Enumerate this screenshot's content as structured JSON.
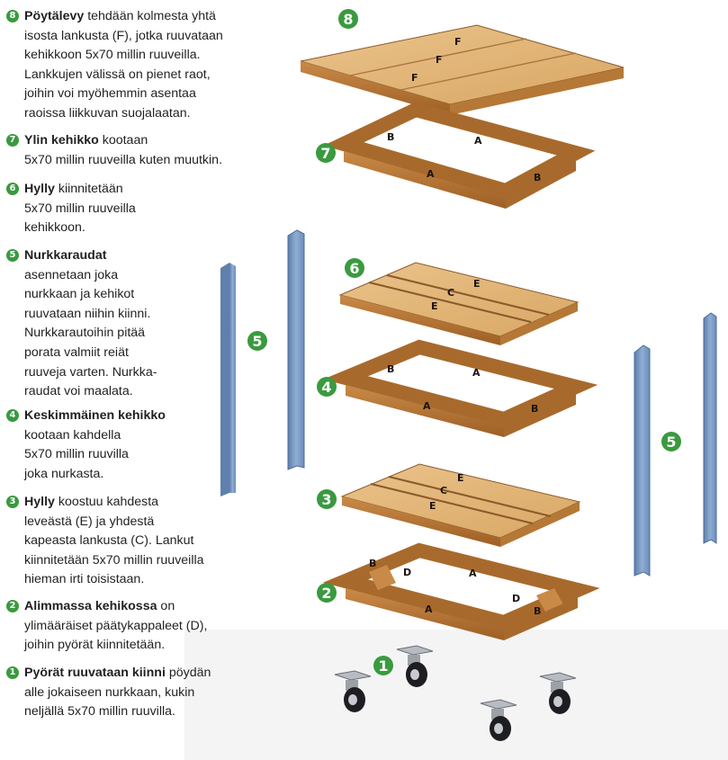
{
  "steps": [
    {
      "number": "8",
      "title": "Pöytälevy",
      "line1": " tehdään kolmesta yhtä",
      "rest": [
        "isosta lankusta (F), jotka ruuvataan",
        "kehikkoon 5x70 millin ruuveilla.",
        "Lankkujen välissä on pienet raot,",
        "joihin voi myöhemmin asentaa",
        "raoissa liikkuvan suojalaatan."
      ]
    },
    {
      "number": "7",
      "title": "Ylin kehikko",
      "line1": " kootaan",
      "rest": [
        "5x70 millin ruuveilla kuten muutkin."
      ]
    },
    {
      "number": "6",
      "title": "Hylly",
      "line1": " kiinnitetään",
      "rest": [
        "5x70 millin ruuveilla",
        "kehikkoon."
      ]
    },
    {
      "number": "5",
      "title": "Nurkkaraudat",
      "line1": "",
      "rest": [
        "asennetaan joka",
        "nurkkaan ja kehikot",
        "ruuvataan niihin kiinni.",
        "Nurkkarautoihin pitää",
        "porata valmiit reiät",
        "ruuveja varten. Nurkka-",
        "raudat voi maalata."
      ]
    },
    {
      "number": "4",
      "title": "Keskimmäinen kehikko",
      "line1": "",
      "rest": [
        "kootaan kahdella",
        "5x70 millin ruuvilla",
        "joka nurkasta."
      ]
    },
    {
      "number": "3",
      "title": "Hylly",
      "line1": " koostuu kahdesta",
      "rest": [
        "leveästä (E) ja yhdestä",
        "kapeasta lankusta (C). Lankut",
        "kiinnitetään 5x70 millin ruuveilla",
        "hieman irti toisistaan."
      ]
    },
    {
      "number": "2",
      "title": "Alimmassa kehikossa",
      "line1": " on",
      "rest": [
        "ylimääräiset päätykappaleet (D),",
        "joihin pyörät kiinnitetään."
      ]
    },
    {
      "number": "1",
      "title": "Pyörät ruuvataan kiinni",
      "line1": " pöydän",
      "rest": [
        "alle jokaiseen nurkkaan, kukin",
        "neljällä 5x70 millin ruuvilla."
      ]
    }
  ],
  "diagram": {
    "badges": [
      "8",
      "7",
      "6",
      "5",
      "4",
      "5",
      "3",
      "2",
      "1"
    ],
    "top_labels": [
      "F",
      "F",
      "F"
    ],
    "frame7_labels": [
      "B",
      "A",
      "A",
      "B"
    ],
    "shelf6_labels": [
      "E",
      "C",
      "E"
    ],
    "frame4_labels": [
      "B",
      "A",
      "A",
      "B"
    ],
    "shelf3_labels": [
      "E",
      "C",
      "E"
    ],
    "frame2_labels": [
      "B",
      "D",
      "A",
      "D",
      "A",
      "B"
    ]
  },
  "colors": {
    "badge": "#3a9a3f",
    "wood_light": "#e6b87a",
    "wood_dark": "#a86a2c",
    "post": "#7f9ec8"
  }
}
